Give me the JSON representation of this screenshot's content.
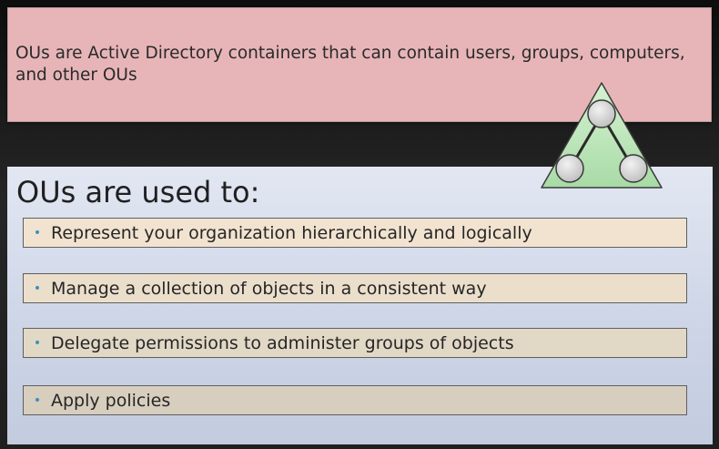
{
  "intro": {
    "text": "OUs are Active Directory containers that can contain users, groups, computers, and other OUs"
  },
  "main": {
    "title": "OUs are used to:",
    "bullets": [
      "Represent your organization hierarchically and logically",
      "Manage a collection of objects in a consistent way",
      "Delegate permissions to administer groups of objects",
      "Apply policies"
    ]
  },
  "icons": {
    "diagram": "ou-hierarchy-triangle-icon",
    "bullet": "bullet-dot-icon"
  },
  "colors": {
    "intro_box": "#e7b5b8",
    "panel": "#d8deec",
    "bullet_dot": "#3f8fb7",
    "triangle_fill": "#b7e3b5"
  }
}
